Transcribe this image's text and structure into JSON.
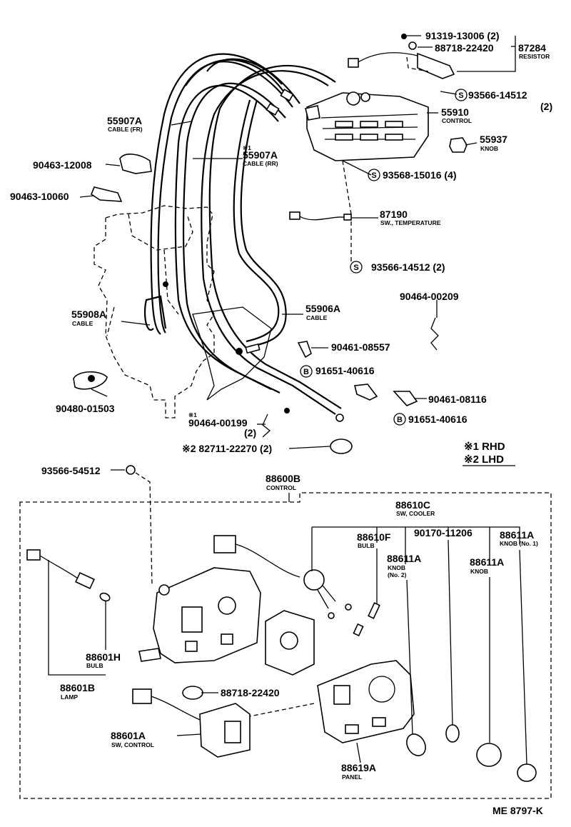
{
  "callouts": {
    "c91319": "91319-13006 (2)",
    "c88718a": "88718-22420",
    "c87284": "87284",
    "c87284_sub": "RESISTOR",
    "c93566a": "93566-14512",
    "c93566a_qty": "(2)",
    "c55910": "55910",
    "c55910_sub": "CONTROL",
    "c55937": "55937",
    "c55937_sub": "KNOB",
    "c93568": "93568-15016 (4)",
    "c55907a_fr": "55907A",
    "c55907a_fr_sub": "CABLE (FR)",
    "c55907a_rr_mark": "※1",
    "c55907a_rr": "55907A",
    "c55907a_rr_sub": "CABLE (RR)",
    "c90463_12008": "90463-12008",
    "c90463_10060": "90463-10060",
    "c87190": "87190",
    "c87190_sub": "SW., TEMPERATURE",
    "c93566b": "93566-14512 (2)",
    "c90464_00209": "90464-00209",
    "c55908a": "55908A",
    "c55908a_sub": "CABLE",
    "c55906a": "55906A",
    "c55906a_sub": "CABLE",
    "c90461_08557": "90461-08557",
    "c91651a": "91651-40616",
    "c90461_08116": "90461-08116",
    "c91651b": "91651-40616",
    "c90480": "90480-01503",
    "c90464_00199_mark": "※1",
    "c90464_00199": "90464-00199",
    "c90464_00199_qty": "(2)",
    "c82711": "※2 82711-22270 (2)",
    "legend_rhd": "※1 RHD",
    "legend_lhd": "※2 LHD",
    "c93566_54512": "93566-54512",
    "c88600b": "88600B",
    "c88600b_sub": "CONTROL",
    "c88610c": "88610C",
    "c88610c_sub": "SW, COOLER",
    "c88610f": "88610F",
    "c88610f_sub": "BULB",
    "c90170": "90170-11206",
    "c88611a_1": "88611A",
    "c88611a_1_sub": "KNOB (No. 1)",
    "c88611a_2": "88611A",
    "c88611a_2_sub1": "KNOB",
    "c88611a_2_sub2": "(No. 2)",
    "c88611a_3": "88611A",
    "c88611a_3_sub": "KNOB",
    "c88601h": "88601H",
    "c88601h_sub": "BULB",
    "c88601b": "88601B",
    "c88601b_sub": "LAMP",
    "c88718b": "88718-22420",
    "c88601a": "88601A",
    "c88601a_sub": "SW, CONTROL",
    "c88619a": "88619A",
    "c88619a_sub": "PANEL",
    "ref_code": "ME 8797-K"
  },
  "markers": {
    "screw_letter": "S",
    "bolt_letter": "B"
  }
}
